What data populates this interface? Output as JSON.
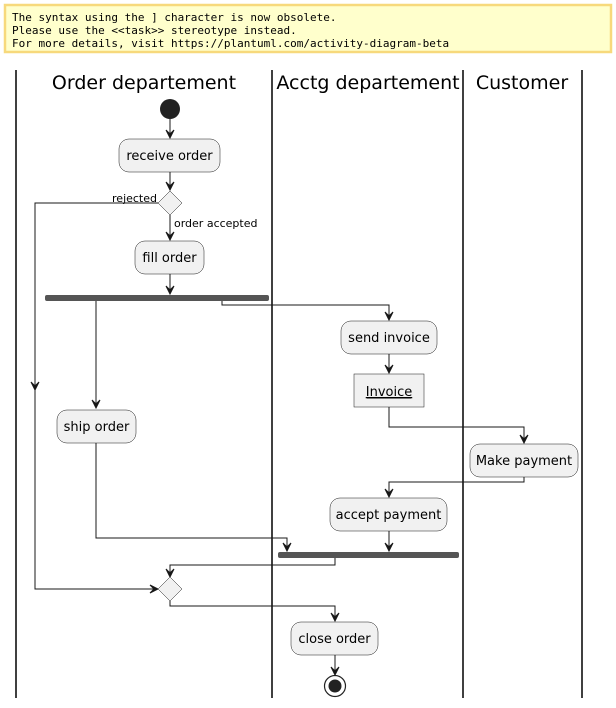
{
  "note": {
    "lines": [
      "The syntax using the ] character is now obsolete.",
      "Please use the <<task>> stereotype instead.",
      "For more details, visit https://plantuml.com/activity-diagram-beta"
    ]
  },
  "swimlanes": {
    "order": "Order departement",
    "acctg": "Acctg departement",
    "customer": "Customer"
  },
  "nodes": {
    "receive_order": "receive order",
    "fill_order": "fill order",
    "send_invoice": "send invoice",
    "invoice": "Invoice",
    "ship_order": "ship order",
    "make_payment": "Make payment",
    "accept_payment": "accept payment",
    "close_order": "close order"
  },
  "edges": {
    "rejected": "rejected",
    "accepted": "order accepted"
  },
  "colors": {
    "note_bg": "#ffffcc",
    "note_border": "#f7d97c",
    "action_bg": "#f1f1f1",
    "fork_bar": "#555555"
  }
}
